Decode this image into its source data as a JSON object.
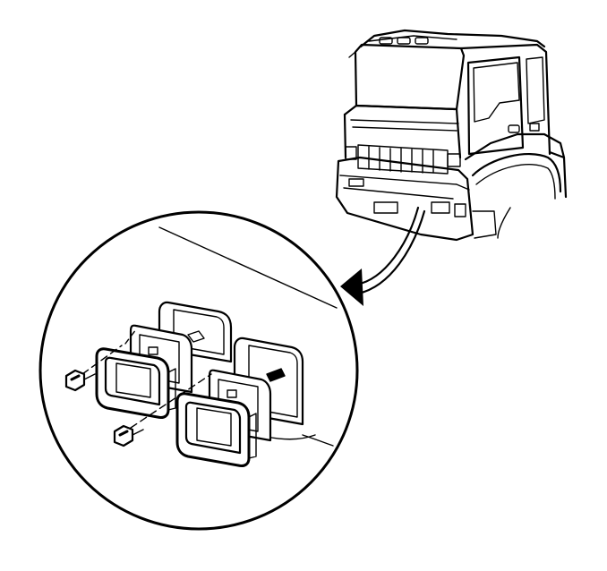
{
  "figure": {
    "background": "#ffffff",
    "line_color": "#000000",
    "components": [
      "truck-cab",
      "callout-arrow",
      "detail-circle",
      "headlamp-assemblies",
      "retaining-screws"
    ]
  }
}
